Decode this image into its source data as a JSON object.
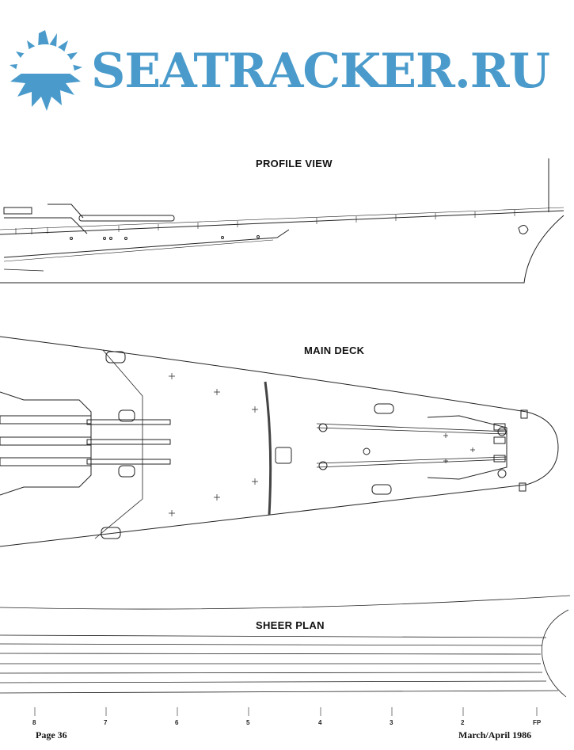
{
  "profile_view": {
    "title": "PROFILE VIEW"
  },
  "main_deck": {
    "title": "MAIN DECK"
  },
  "sheer_plan": {
    "title": "SHEER PLAN",
    "stations": [
      "8",
      "7",
      "6",
      "5",
      "4",
      "3",
      "2",
      "FP"
    ]
  },
  "footer": {
    "page": "Page 36",
    "date": "March/April 1986"
  },
  "watermark": {
    "text": "SEATRACKER.RU",
    "color": "#4a9bcb"
  }
}
